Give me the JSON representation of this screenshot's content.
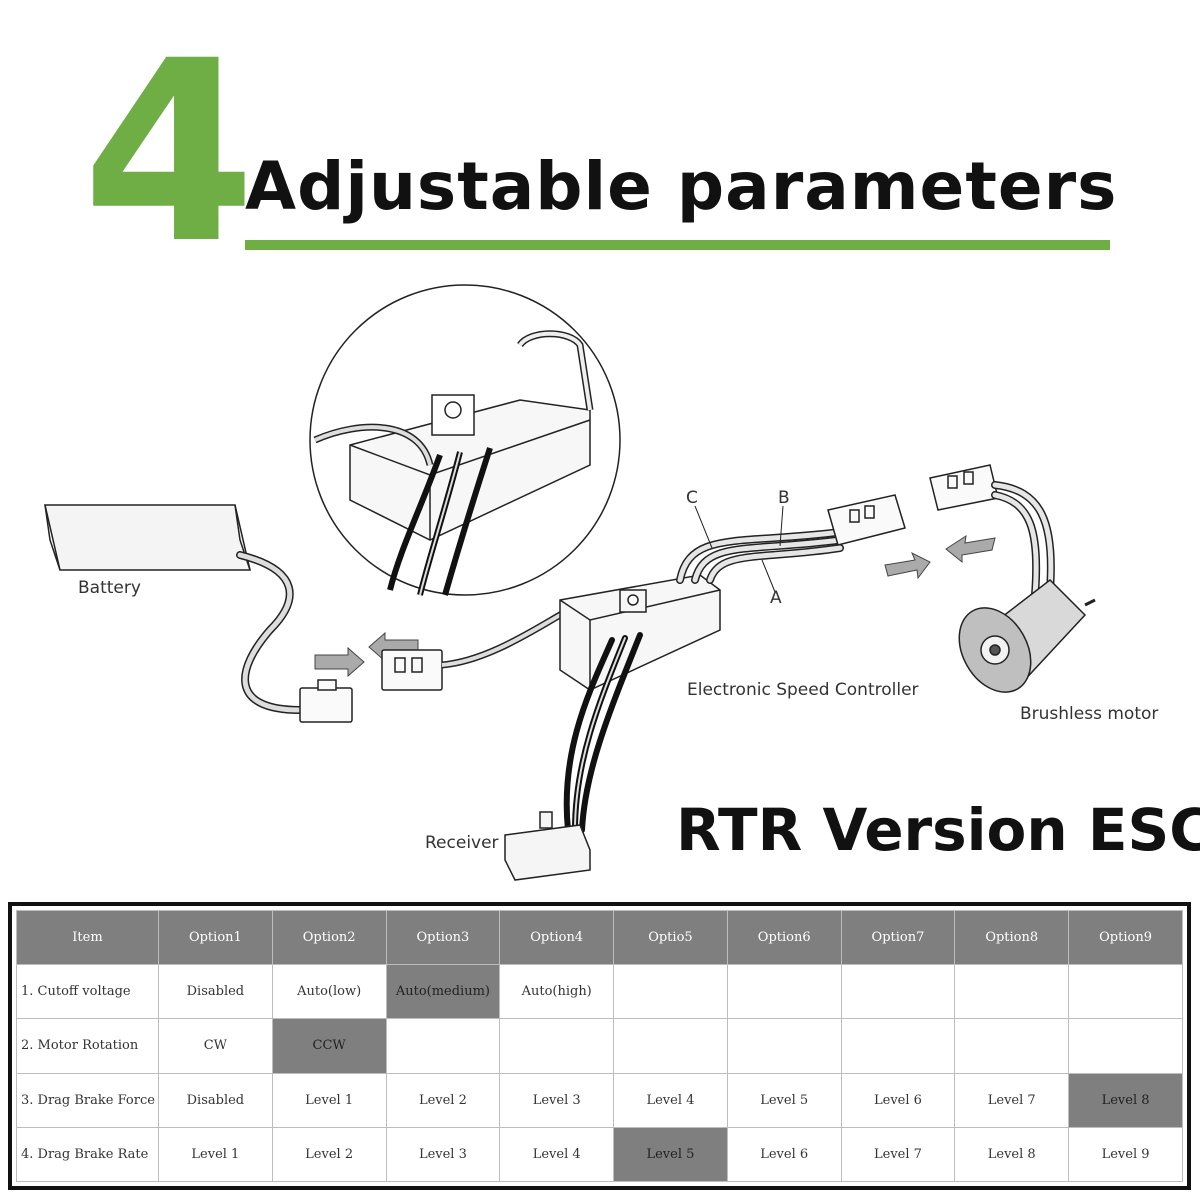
{
  "header": {
    "number": "4",
    "title": "Adjustable parameters"
  },
  "diagram": {
    "labels": {
      "battery": "Battery",
      "esc": "Electronic Speed Controller",
      "motor": "Brushless motor",
      "receiver": "Receiver",
      "wire_a": "A",
      "wire_b": "B",
      "wire_c": "C"
    },
    "product_title": "RTR Version ESC"
  },
  "colors": {
    "accent_green": "#6fad45",
    "table_highlight": "#7f7f7f"
  },
  "table": {
    "headers": [
      "Item",
      "Option1",
      "Option2",
      "Option3",
      "Option4",
      "Optio5",
      "Option6",
      "Option7",
      "Option8",
      "Option9"
    ],
    "rows": [
      {
        "cells": [
          "1. Cutoff voltage",
          "Disabled",
          "Auto(low)",
          "Auto(medium)",
          "Auto(high)",
          "",
          "",
          "",
          "",
          ""
        ],
        "highlight": 3
      },
      {
        "cells": [
          "2. Motor Rotation",
          "CW",
          "CCW",
          "",
          "",
          "",
          "",
          "",
          "",
          ""
        ],
        "highlight": 2
      },
      {
        "cells": [
          "3. Drag Brake Force",
          "Disabled",
          "Level 1",
          "Level 2",
          "Level 3",
          "Level 4",
          "Level 5",
          "Level 6",
          "Level 7",
          "Level 8"
        ],
        "highlight": 9
      },
      {
        "cells": [
          "4. Drag Brake Rate",
          "Level 1",
          "Level 2",
          "Level 3",
          "Level 4",
          "Level 5",
          "Level 6",
          "Level 7",
          "Level 8",
          "Level 9"
        ],
        "highlight": 5
      }
    ]
  }
}
